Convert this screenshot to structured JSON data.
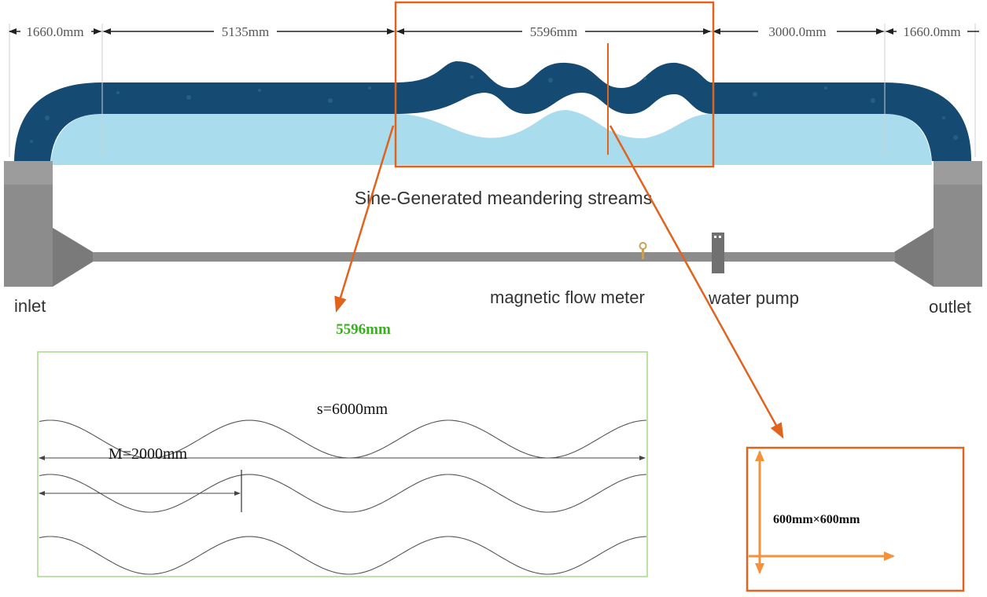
{
  "dimensions": {
    "left_end": "1660.0mm",
    "straight_in": "5135mm",
    "meander": "5596mm",
    "straight_out": "3000.0mm",
    "right_end": "1660.0mm"
  },
  "labels": {
    "stream_title": "Sine-Generated meandering streams",
    "inlet": "inlet",
    "outlet": "outlet",
    "flow_meter": "magnetic flow meter",
    "pump": "water pump"
  },
  "detail": {
    "width_label": "5596mm",
    "s_label": "s=6000mm",
    "m_label": "M=2000mm"
  },
  "cross_section": {
    "size_label": "600mm×600mm"
  },
  "colors": {
    "channel_dark": "#154a72",
    "channel_light": "#a9dcec",
    "accent_orange": "#e0631e",
    "detail_green": "#a6d98a",
    "label_green": "#3aae22",
    "cross_arrow": "#f4913a",
    "tank_gray": "#8c8c8c"
  }
}
